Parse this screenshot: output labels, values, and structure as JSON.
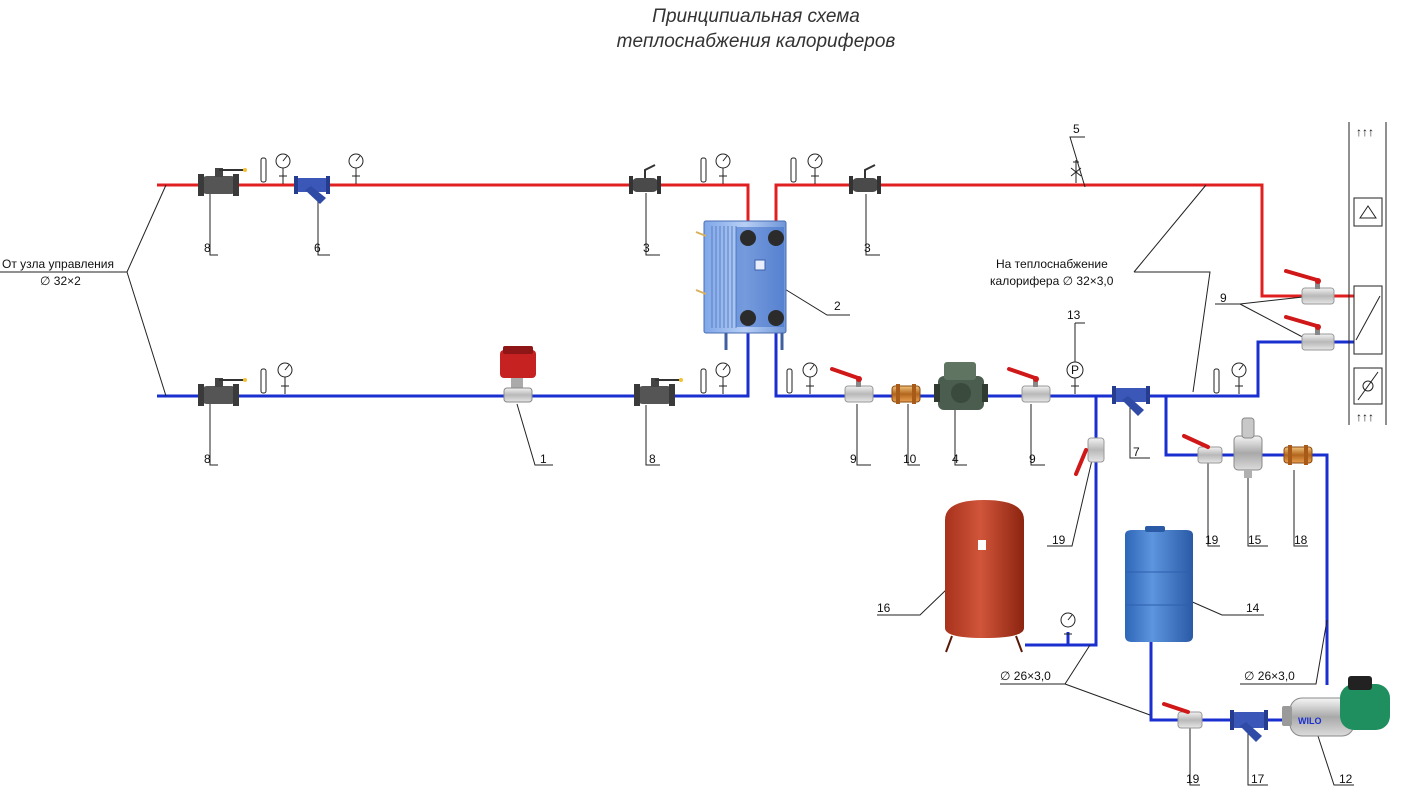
{
  "title": {
    "line1": "Принципиальная схема",
    "line2": "теплоснабжения калориферов"
  },
  "colors": {
    "supply": "#e02020",
    "return": "#1a2fd0",
    "leader": "#222222"
  },
  "notes": {
    "from_control_unit": "От узла управления",
    "from_control_unit_size": "∅ 32×2",
    "to_heater_1": "На теплоснабжение",
    "to_heater_2": "калорифера ∅ 32×3,0",
    "pipe_size_left": "∅ 26×3,0",
    "pipe_size_right": "∅ 26×3,0"
  },
  "labels": {
    "l1": "1",
    "l2": "2",
    "l3a": "3",
    "l3b": "3",
    "l4": "4",
    "l5": "5",
    "l6": "6",
    "l7": "7",
    "l8a": "8",
    "l8b": "8",
    "l8c": "8",
    "l9a": "9",
    "l9b": "9",
    "l9c": "9",
    "l10": "10",
    "l12": "12",
    "l13": "13",
    "l14": "14",
    "l15": "15",
    "l16": "16",
    "l17": "17",
    "l18": "18",
    "l19a": "19",
    "l19b": "19",
    "l19c": "19"
  },
  "gauge_letter": "P",
  "heater_arrows_top": "↑↑↑",
  "heater_arrows_bottom": "↑↑↑",
  "pump_brand": "WILO"
}
